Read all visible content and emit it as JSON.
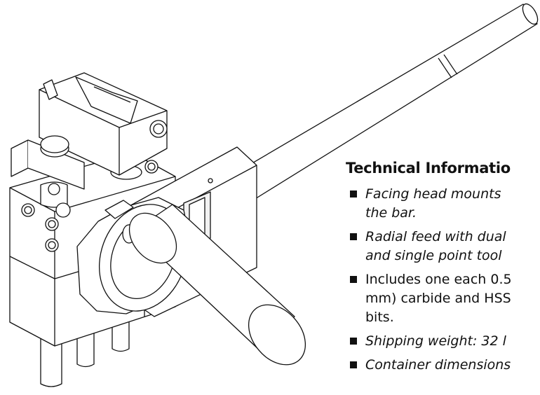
{
  "technical": {
    "heading": "Technical Informatio",
    "items": [
      {
        "text": "Facing head mounts \nthe bar.",
        "style": "italic"
      },
      {
        "text": "Radial feed with dual \nand single point tool",
        "style": "italic"
      },
      {
        "text": "Includes one each 0.5\nmm) carbide and HSS\nbits.",
        "style": "normal"
      },
      {
        "text": "Shipping weight: 32 l",
        "style": "italic"
      },
      {
        "text": "Container dimensions",
        "style": "italic"
      }
    ]
  },
  "illustration": {
    "subject": "boring bar facing head tool assembly line drawing",
    "colors": {
      "line": "#111111",
      "fill": "#ffffff",
      "shade": "#f2f2f2"
    }
  }
}
